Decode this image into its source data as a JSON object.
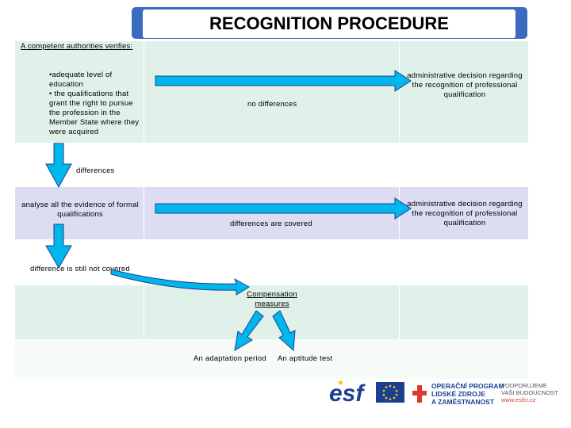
{
  "title": "RECOGNITION PROCEDURE",
  "row1": {
    "heading": "A competent authorities verifies:",
    "bullets": [
      "•adequate level of education",
      "• the qualifications that grant the right  to pursue the profession in the Member State where they were acquired"
    ],
    "arrow_label": "no differences",
    "result": "administrative decision regarding the recognition of professional qualification"
  },
  "between1": {
    "label": "differences"
  },
  "row2": {
    "left": "analyse all the evidence of formal qualifications",
    "arrow_label": "differences are  covered",
    "result": "administrative decision regarding the recognition of professional qualification"
  },
  "between2": {
    "label": "difference is still not covered"
  },
  "row3": {
    "center": "Compensation measures",
    "option1": "An adaptation period",
    "option2": "An aptitude test"
  },
  "footer": {
    "esf_text": "esf",
    "op_line1": "OPERAČNÍ PROGRAM",
    "op_line2": "LIDSKÉ ZDROJE",
    "op_line3": "A ZAMĚSTNANOST",
    "slogan1": "PODPORUJEME",
    "slogan2": "VAŠI BUDOUCNOST",
    "url": "www.esfcr.cz"
  },
  "colors": {
    "accent": "#3b6bbf",
    "arrow_fill": "#00b7eb",
    "row_green": "#e0f1ea",
    "row_lavender": "#dcdcf3"
  }
}
